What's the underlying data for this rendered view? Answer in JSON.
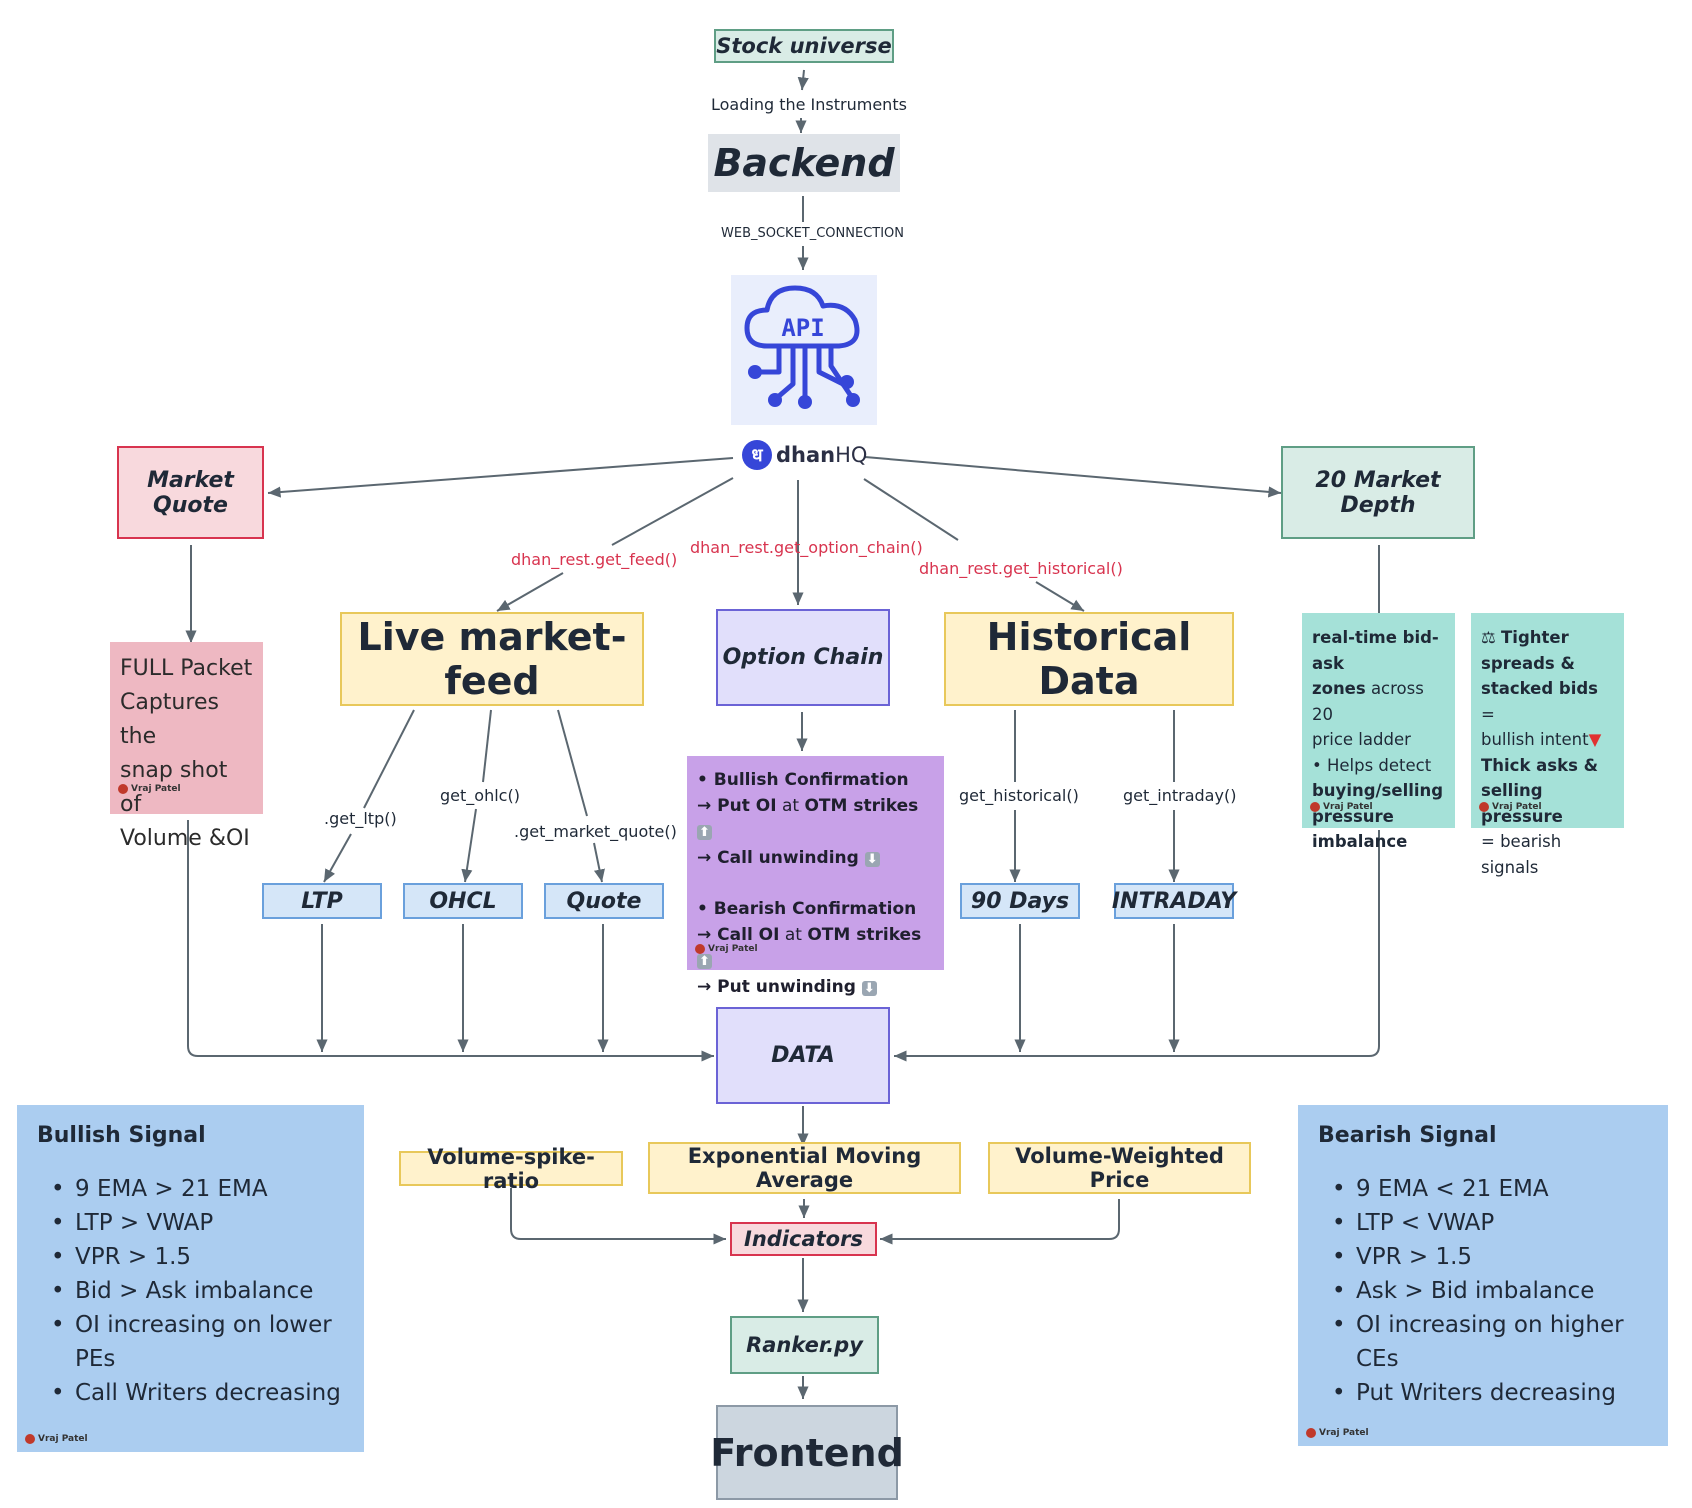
{
  "nodes": {
    "stock_universe": "Stock universe",
    "backend": "Backend",
    "dhan_brand_glyph": "ध",
    "dhan_brand": "dhan",
    "dhan_brand_hq": "HQ",
    "api_text": "API",
    "market_quote": "Market Quote",
    "market_depth": "20 Market Depth",
    "live_feed": "Live market-feed",
    "option_chain": "Option Chain",
    "historical": "Historical Data",
    "ltp": "LTP",
    "ohcl": "OHCL",
    "quote": "Quote",
    "days90": "90 Days",
    "intraday": "INTRADAY",
    "data": "DATA",
    "vsr": "Volume-spike-ratio",
    "ema": "Exponential Moving Average",
    "vwp": "Volume-Weighted Price",
    "indicators": "Indicators",
    "ranker": "Ranker.py",
    "frontend": "Frontend"
  },
  "edge_labels": {
    "loading": "Loading the Instruments",
    "websocket": "WEB_SOCKET_CONNECTION",
    "get_feed": "dhan_rest.get_feed()",
    "get_option_chain": "dhan_rest.get_option_chain()",
    "get_historical_rest": "dhan_rest.get_historical()",
    "get_ltp": ".get_ltp()",
    "get_ohlc": "get_ohlc()",
    "get_market_quote": ".get_market_quote()",
    "get_historical": "get_historical()",
    "get_intraday": "get_intraday()"
  },
  "notes": {
    "full_packet": [
      "FULL Packet",
      "Captures the",
      "snap shot of",
      "Volume &OI"
    ],
    "depth_note": {
      "l1b": "real-time bid-ask",
      "l2b": "zones",
      "l2": " across 20",
      "l3": "price ladder",
      "l4": "• Helps detect",
      "l5b": "buying/selling",
      "l6b": "pressure",
      "l7b": "imbalance"
    },
    "tight_note": {
      "icon": "⚖",
      "l1b": "Tighter",
      "l2b": "spreads &",
      "l3b": "stacked bids",
      "l3": " =",
      "l4": "bullish intent",
      "l4m": "▼",
      "l5b": "Thick asks &",
      "l6b": "selling pressure",
      "l7": "= bearish signals"
    },
    "option_note": {
      "bull_title": "• Bullish Confirmation",
      "bull_1a": "→  Put OI",
      "bull_1b": " at ",
      "bull_1c": "OTM strikes",
      "bull_2": "→ Call unwinding",
      "bear_title": "• Bearish Confirmation",
      "bear_1a": "→ Call OI",
      "bear_1b": " at ",
      "bear_1c": "OTM strikes",
      "bear_2": "→ Put unwinding",
      "up": "⬆",
      "down": "⬇"
    },
    "author": "Vraj Patel"
  },
  "bullish": {
    "title": "Bullish Signal",
    "items": [
      "9 EMA > 21 EMA",
      "LTP > VWAP",
      "VPR > 1.5",
      "Bid > Ask imbalance",
      "OI increasing on lower PEs",
      "Call Writers decreasing"
    ]
  },
  "bearish": {
    "title": "Bearish Signal",
    "items": [
      "9 EMA < 21 EMA",
      "LTP < VWAP",
      "VPR > 1.5",
      "Ask > Bid imbalance",
      "OI increasing on higher CEs",
      "Put Writers decreasing"
    ]
  },
  "colors": {
    "edge": "#5b6770",
    "red_label": "#d8344f",
    "api_blue": "#3646d8",
    "teal_box": "#d9ece6",
    "yellow_box": "#fff2cc",
    "lavender_box": "#e1dffb",
    "blue_box": "#d5e6f8",
    "signal_blue": "#abcdf0",
    "mint_note": "#a5e1d8",
    "purple_note": "#c8a1e8",
    "pink_note": "#eeb8c2"
  }
}
